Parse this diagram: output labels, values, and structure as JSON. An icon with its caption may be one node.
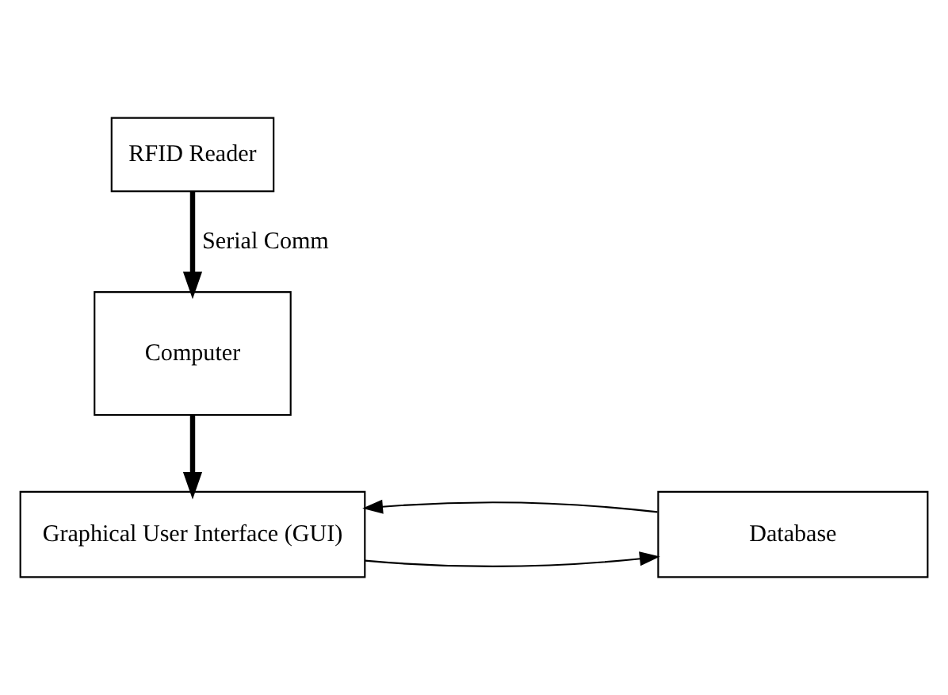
{
  "diagram": {
    "nodes": [
      {
        "text": [
          "RFID Reader"
        ]
      },
      {
        "text": [
          "Computer"
        ]
      },
      {
        "text": [
          "Graphical User Interface (GUI)"
        ]
      },
      {
        "text": [
          "Database"
        ]
      }
    ],
    "edges": [
      {
        "from": 0,
        "to": 1,
        "arrow": "to",
        "label": "Serial Comm",
        "style": "thick"
      },
      {
        "from": 1,
        "to": 2,
        "arrow": "to",
        "style": "thick"
      },
      {
        "from": 2,
        "to": 3,
        "arrow": "to"
      },
      {
        "from": 3,
        "to": 2,
        "arrow": "to"
      }
    ]
  }
}
